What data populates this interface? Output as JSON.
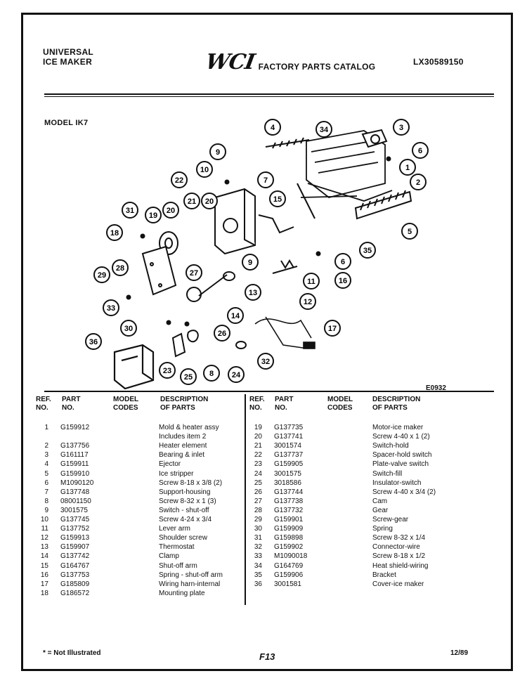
{
  "header": {
    "left_line1": "UNIVERSAL",
    "left_line2": "ICE MAKER",
    "logo": "WCI",
    "catalog_title": "FACTORY PARTS CATALOG",
    "catalog_number": "LX30589150"
  },
  "model": "MODEL IK7",
  "diagram": {
    "figure_number": "E0932",
    "callouts": [
      "4",
      "34",
      "3",
      "9",
      "6",
      "10",
      "7",
      "1",
      "22",
      "2",
      "21",
      "20",
      "15",
      "31",
      "19",
      "20",
      "5",
      "18",
      "35",
      "9",
      "6",
      "28",
      "27",
      "16",
      "29",
      "11",
      "13",
      "12",
      "33",
      "14",
      "17",
      "30",
      "26",
      "32",
      "36",
      "23",
      "25",
      "8",
      "24"
    ]
  },
  "table": {
    "headers": {
      "ref": "REF.\nNO.",
      "part": "PART\nNO.",
      "model": "MODEL\nCODES",
      "desc": "DESCRIPTION\nOF PARTS"
    },
    "left_rows": [
      {
        "ref": "1",
        "part": "G159912",
        "desc": "Mold & heater assy"
      },
      {
        "ref": "",
        "part": "",
        "desc": "Includes item 2"
      },
      {
        "ref": "2",
        "part": "G137756",
        "desc": "Heater element"
      },
      {
        "ref": "3",
        "part": "G161117",
        "desc": "Bearing & inlet"
      },
      {
        "ref": "4",
        "part": "G159911",
        "desc": "Ejector"
      },
      {
        "ref": "5",
        "part": "G159910",
        "desc": "Ice stripper"
      },
      {
        "ref": "6",
        "part": "M1090120",
        "desc": "Screw 8-18 x 3/8 (2)"
      },
      {
        "ref": "7",
        "part": "G137748",
        "desc": "Support-housing"
      },
      {
        "ref": "8",
        "part": "08001150",
        "desc": "Screw 8-32 x 1 (3)"
      },
      {
        "ref": "9",
        "part": "3001575",
        "desc": "Switch - shut-off"
      },
      {
        "ref": "10",
        "part": "G137745",
        "desc": "Screw 4-24 x 3/4"
      },
      {
        "ref": "11",
        "part": "G137752",
        "desc": "Lever arm"
      },
      {
        "ref": "12",
        "part": "G159913",
        "desc": "Shoulder screw"
      },
      {
        "ref": "13",
        "part": "G159907",
        "desc": "Thermostat"
      },
      {
        "ref": "14",
        "part": "G137742",
        "desc": "Clamp"
      },
      {
        "ref": "15",
        "part": "G164767",
        "desc": "Shut-off arm"
      },
      {
        "ref": "16",
        "part": "G137753",
        "desc": "Spring - shut-off arm"
      },
      {
        "ref": "17",
        "part": "G185809",
        "desc": "Wiring harn-internal"
      },
      {
        "ref": "18",
        "part": "G186572",
        "desc": "Mounting plate"
      }
    ],
    "right_rows": [
      {
        "ref": "19",
        "part": "G137735",
        "desc": "Motor-ice maker"
      },
      {
        "ref": "20",
        "part": "G137741",
        "desc": "Screw 4-40 x 1 (2)"
      },
      {
        "ref": "21",
        "part": "3001574",
        "desc": "Switch-hold"
      },
      {
        "ref": "22",
        "part": "G137737",
        "desc": "Spacer-hold switch"
      },
      {
        "ref": "23",
        "part": "G159905",
        "desc": "Plate-valve switch"
      },
      {
        "ref": "24",
        "part": "3001575",
        "desc": "Switch-fill"
      },
      {
        "ref": "25",
        "part": "3018586",
        "desc": "Insulator-switch"
      },
      {
        "ref": "26",
        "part": "G137744",
        "desc": "Screw 4-40 x 3/4 (2)"
      },
      {
        "ref": "27",
        "part": "G137738",
        "desc": "Cam"
      },
      {
        "ref": "28",
        "part": "G137732",
        "desc": "Gear"
      },
      {
        "ref": "29",
        "part": "G159901",
        "desc": "Screw-gear"
      },
      {
        "ref": "30",
        "part": "G159909",
        "desc": "Spring"
      },
      {
        "ref": "31",
        "part": "G159898",
        "desc": "Screw 8-32 x 1/4"
      },
      {
        "ref": "32",
        "part": "G159902",
        "desc": "Connector-wire"
      },
      {
        "ref": "33",
        "part": "M1090018",
        "desc": "Screw 8-18 x 1/2"
      },
      {
        "ref": "34",
        "part": "G164769",
        "desc": "Heat shield-wiring"
      },
      {
        "ref": "35",
        "part": "G159906",
        "desc": "Bracket"
      },
      {
        "ref": "36",
        "part": "3001581",
        "desc": "Cover-ice maker"
      }
    ]
  },
  "footer": {
    "note": "* = Not Illustrated",
    "page": "F13",
    "date": "12/89"
  }
}
